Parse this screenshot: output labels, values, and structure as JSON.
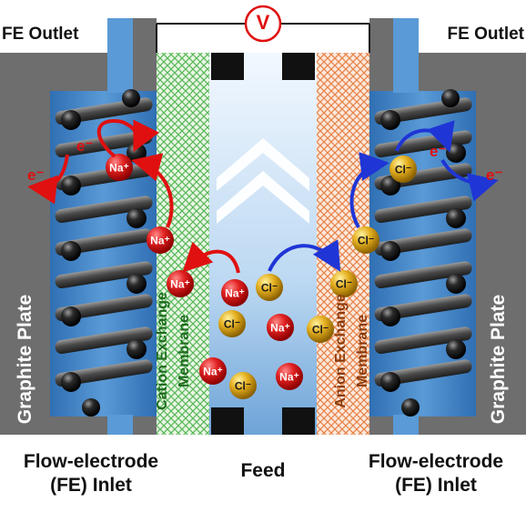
{
  "labels": {
    "fe_outlet_left": "FE Outlet",
    "fe_outlet_right": "FE Outlet",
    "voltmeter": "V",
    "fe_inlet_left_line1": "Flow-electrode",
    "fe_inlet_left_line2": "(FE) Inlet",
    "fe_inlet_right_line1": "Flow-electrode",
    "fe_inlet_right_line2": "(FE) Inlet",
    "feed": "Feed",
    "graphite_left": "Graphite Plate",
    "graphite_right": "Graphite Plate",
    "cem_line1": "Cation Exchange",
    "cem_line2": "Membrane",
    "aem_line1": "Anion Exchange",
    "aem_line2": "Membrane"
  },
  "ions": {
    "sodium": "Na⁺",
    "chloride": "Cl⁻",
    "electron": "e⁻"
  },
  "colors": {
    "graphite": "#6e6e6e",
    "electrode_blue": "#3f86c8",
    "cem_green": "#5cb85c",
    "aem_orange": "#e8834a",
    "sodium_red": "#e02020",
    "chloride_gold": "#e5b020",
    "arrow_red": "#e01010",
    "arrow_blue": "#1f35d6"
  }
}
